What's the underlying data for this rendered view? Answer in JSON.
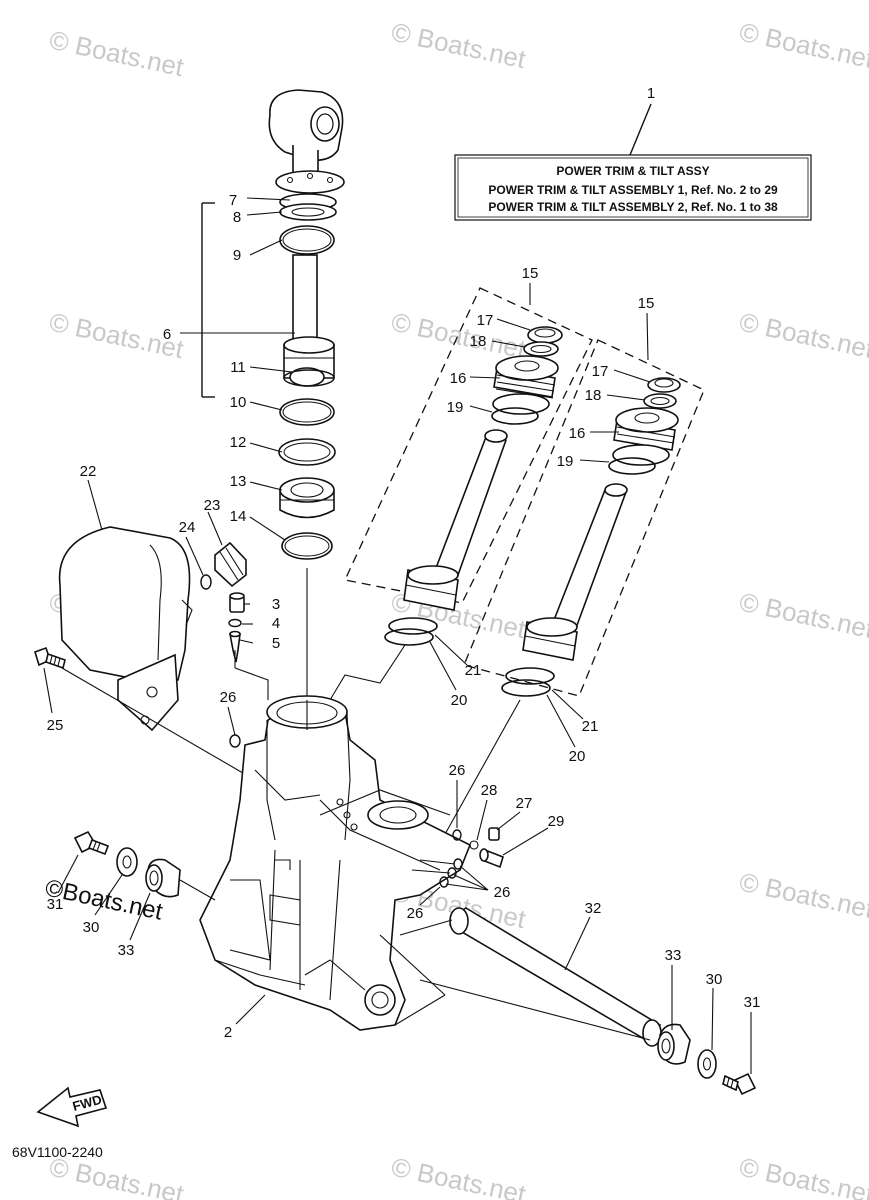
{
  "title_box": {
    "heading": "POWER TRIM & TILT ASSY",
    "line1": "POWER TRIM & TILT ASSEMBLY 1,  Ref. No. 2 to 29",
    "line2": "POWER TRIM & TILT ASSEMBLY 2,  Ref. No. 1 to 38"
  },
  "callouts": {
    "c1": "1",
    "c2": "2",
    "c3": "3",
    "c4": "4",
    "c5": "5",
    "c6": "6",
    "c7": "7",
    "c8": "8",
    "c9": "9",
    "c10": "10",
    "c11": "11",
    "c12": "12",
    "c13": "13",
    "c14": "14",
    "c15a": "15",
    "c15b": "15",
    "c16a": "16",
    "c16b": "16",
    "c17a": "17",
    "c17b": "17",
    "c18a": "18",
    "c18b": "18",
    "c19a": "19",
    "c19b": "19",
    "c20a": "20",
    "c20b": "20",
    "c21a": "21",
    "c21b": "21",
    "c22": "22",
    "c23": "23",
    "c24": "24",
    "c25": "25",
    "c26a": "26",
    "c26b": "26",
    "c26c": "26",
    "c26d": "26",
    "c27": "27",
    "c28": "28",
    "c29": "29",
    "c30a": "30",
    "c30b": "30",
    "c31a": "31",
    "c31b": "31",
    "c32": "32",
    "c33a": "33",
    "c33b": "33"
  },
  "fwd_label": "FWD",
  "diagram_code": "68V1100-2240",
  "watermark": "© Boats.net",
  "watermark_bold": "©Boats.net"
}
